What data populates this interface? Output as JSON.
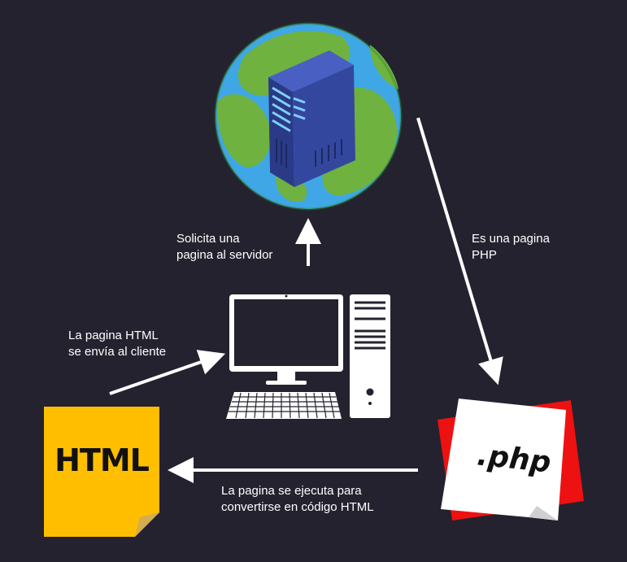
{
  "labels": {
    "request_line1": "Solicita una",
    "request_line2": "pagina al servidor",
    "php_line1": "Es una pagina",
    "php_line2": "PHP",
    "client_line1": "La pagina HTML",
    "client_line2": "se envía al cliente",
    "execute_line1": "La pagina se ejecuta para",
    "execute_line2": "convertirse en código HTML"
  },
  "notes": {
    "html_text": "HTML",
    "php_text": ".php"
  },
  "colors": {
    "background": "#24222f",
    "globe_ocean": "#3fa7e6",
    "globe_land": "#6fb23f",
    "server_body": "#2f3e8c",
    "html_note": "#ffbf00",
    "php_back": "#ee1111",
    "php_front": "#ffffff"
  },
  "icons": [
    "globe-icon",
    "server-icon",
    "desktop-computer-icon",
    "html-file-icon",
    "php-file-icon"
  ]
}
